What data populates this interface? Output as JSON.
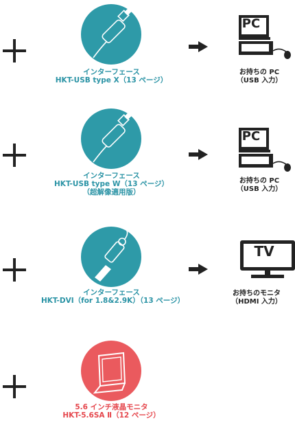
{
  "rows": [
    {
      "device_name": "インターフェース",
      "device_model": "HKT-USB type X（13 ページ）",
      "target_icon_label": "PC",
      "target_name": "お持ちの PC",
      "target_connection": "（USB 入力）"
    },
    {
      "device_name": "インターフェース",
      "device_model": "HKT-USB type W（13 ページ）",
      "device_note": "（超解像適用版）",
      "target_icon_label": "PC",
      "target_name": "お持ちの PC",
      "target_connection": "（USB 入力）"
    },
    {
      "device_name": "インターフェース",
      "device_model": "HKT-DVI（for 1.8&2.9K）（13 ページ）",
      "target_icon_label": "TV",
      "target_name": "お持ちのモニタ",
      "target_connection": "（HDMI 入力）"
    },
    {
      "device_name": "5.6 インチ液晶モニタ",
      "device_model": "HKT-5.6SA Ⅱ（12 ページ）"
    }
  ],
  "colors": {
    "teal": "#2e9aa8",
    "red": "#ea5a5e",
    "text_dark": "#222222"
  },
  "icons": [
    "plus-icon",
    "usb-cable-icon",
    "dvi-adapter-icon",
    "lcd-monitor-icon",
    "arrow-right-icon",
    "pc-icon",
    "tv-icon"
  ]
}
